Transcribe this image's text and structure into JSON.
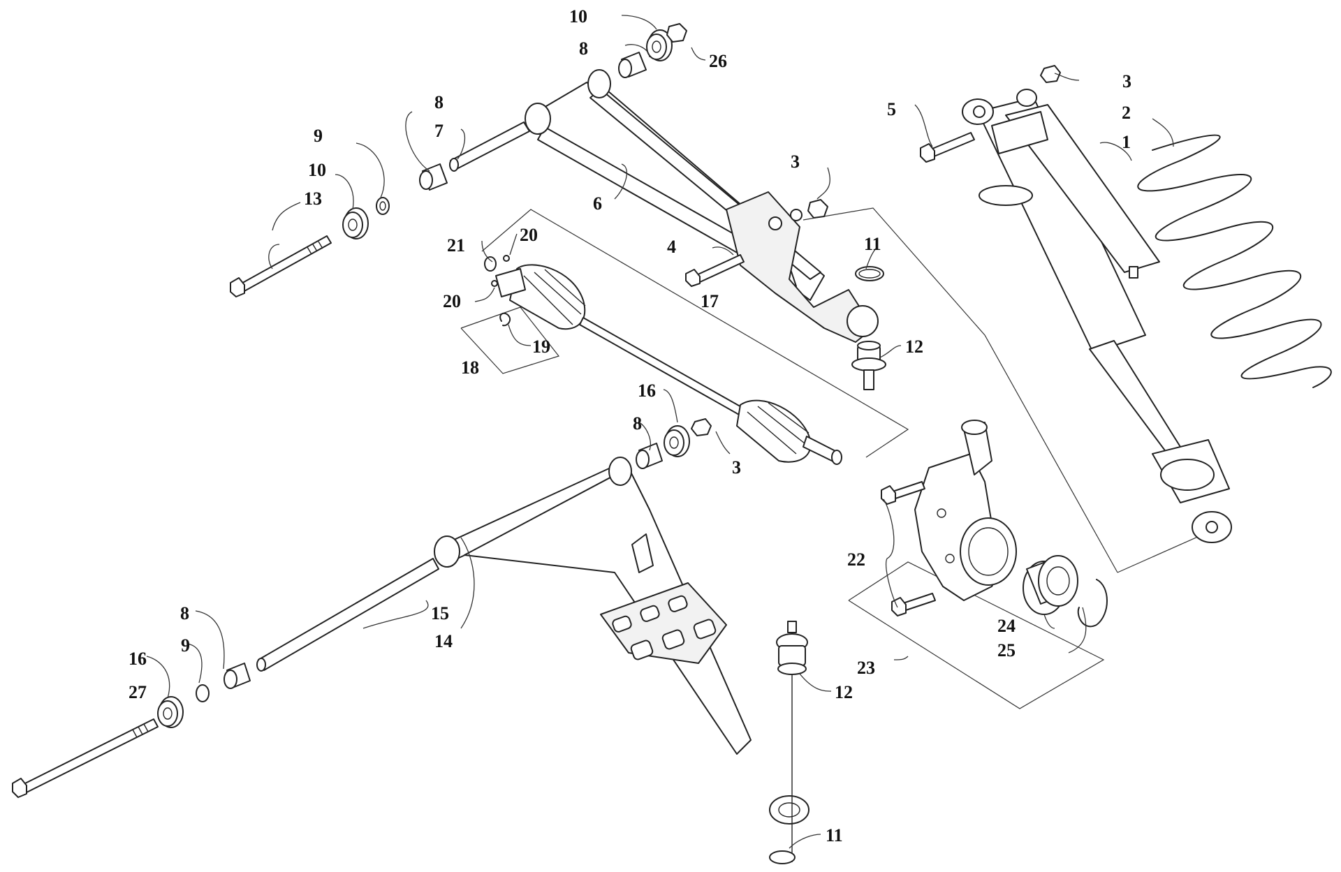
{
  "callouts": [
    {
      "id": "c1",
      "label": "1"
    },
    {
      "id": "c2",
      "label": "2"
    },
    {
      "id": "c3a",
      "label": "3"
    },
    {
      "id": "c3b",
      "label": "3"
    },
    {
      "id": "c3c",
      "label": "3"
    },
    {
      "id": "c4",
      "label": "4"
    },
    {
      "id": "c5",
      "label": "5"
    },
    {
      "id": "c6",
      "label": "6"
    },
    {
      "id": "c7",
      "label": "7"
    },
    {
      "id": "c8a",
      "label": "8"
    },
    {
      "id": "c8b",
      "label": "8"
    },
    {
      "id": "c8c",
      "label": "8"
    },
    {
      "id": "c8d",
      "label": "8"
    },
    {
      "id": "c9a",
      "label": "9"
    },
    {
      "id": "c9b",
      "label": "9"
    },
    {
      "id": "c10a",
      "label": "10"
    },
    {
      "id": "c10b",
      "label": "10"
    },
    {
      "id": "c11a",
      "label": "11"
    },
    {
      "id": "c11b",
      "label": "11"
    },
    {
      "id": "c12a",
      "label": "12"
    },
    {
      "id": "c12b",
      "label": "12"
    },
    {
      "id": "c13",
      "label": "13"
    },
    {
      "id": "c14",
      "label": "14"
    },
    {
      "id": "c15",
      "label": "15"
    },
    {
      "id": "c16a",
      "label": "16"
    },
    {
      "id": "c16b",
      "label": "16"
    },
    {
      "id": "c17",
      "label": "17"
    },
    {
      "id": "c18",
      "label": "18"
    },
    {
      "id": "c19",
      "label": "19"
    },
    {
      "id": "c20a",
      "label": "20"
    },
    {
      "id": "c20b",
      "label": "20"
    },
    {
      "id": "c21",
      "label": "21"
    },
    {
      "id": "c22",
      "label": "22"
    },
    {
      "id": "c23",
      "label": "23"
    },
    {
      "id": "c24",
      "label": "24"
    },
    {
      "id": "c25",
      "label": "25"
    },
    {
      "id": "c26",
      "label": "26"
    },
    {
      "id": "c27",
      "label": "27"
    }
  ],
  "colors": {
    "line": "#222222",
    "background": "#ffffff"
  }
}
